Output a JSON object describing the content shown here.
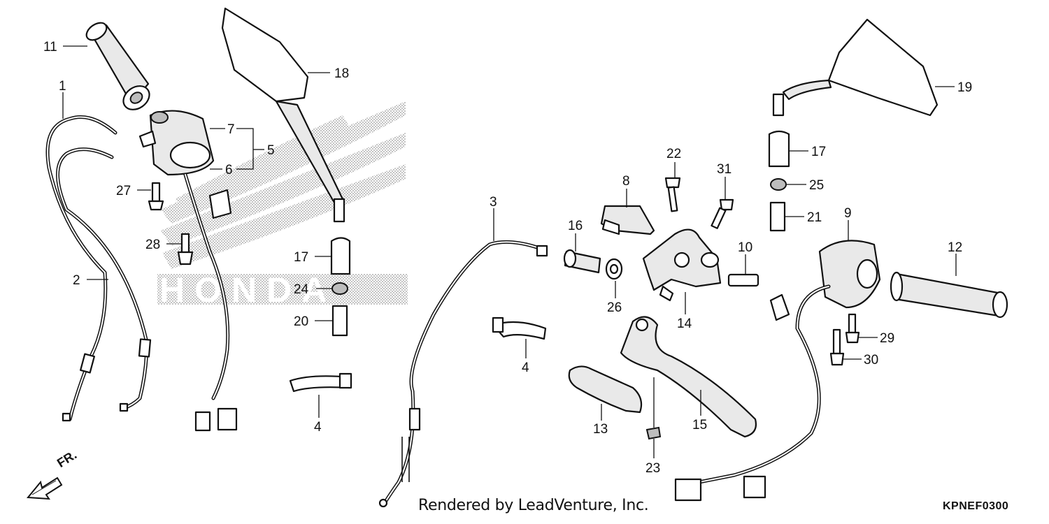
{
  "diagram": {
    "watermark_logo": "HONDA",
    "direction_label": "FR.",
    "credit": "Rendered by LeadVenture, Inc.",
    "diagram_code": "KPNEF0300",
    "callouts": {
      "c1": "1",
      "c2": "2",
      "c3": "3",
      "c4a": "4",
      "c4b": "4",
      "c5": "5",
      "c6": "6",
      "c7": "7",
      "c8": "8",
      "c9": "9",
      "c10": "10",
      "c11": "11",
      "c12": "12",
      "c13": "13",
      "c14": "14",
      "c15": "15",
      "c16": "16",
      "c17a": "17",
      "c17b": "17",
      "c18": "18",
      "c19": "19",
      "c20": "20",
      "c21": "21",
      "c22": "22",
      "c23": "23",
      "c24": "24",
      "c25": "25",
      "c26": "26",
      "c27": "27",
      "c28": "28",
      "c29": "29",
      "c30": "30",
      "c31": "31"
    }
  }
}
